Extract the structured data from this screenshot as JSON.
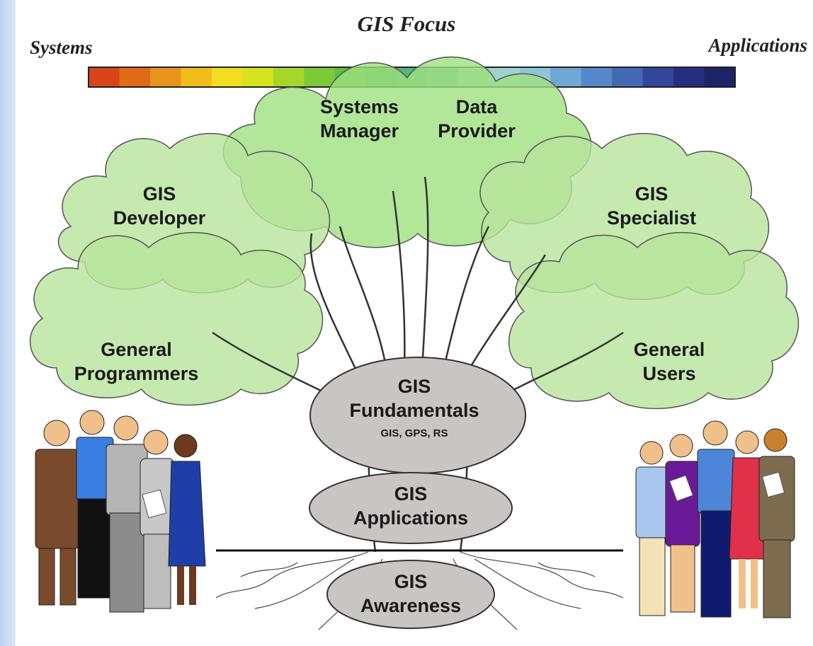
{
  "header": {
    "title": "GIS Focus",
    "left_label": "Systems",
    "right_label": "Applications",
    "spectrum_colors": [
      "#d9441a",
      "#e06a16",
      "#e8931a",
      "#f0bd1c",
      "#f2dd1e",
      "#d6e41f",
      "#a6d62a",
      "#7ccb36",
      "#5fbf44",
      "#4bb55a",
      "#52b77a",
      "#6cc29a",
      "#8ccfb8",
      "#9fd3cf",
      "#8fc6d8",
      "#6fa8d6",
      "#5688c9",
      "#4468b4",
      "#34469a",
      "#252f7d",
      "#1d2466"
    ]
  },
  "nodes": {
    "systems_manager": [
      "Systems",
      "Manager"
    ],
    "data_provider": [
      "Data",
      "Provider"
    ],
    "gis_developer": [
      "GIS",
      "Developer"
    ],
    "gis_specialist": [
      "GIS",
      "Specialist"
    ],
    "general_programmers": [
      "General",
      "Programmers"
    ],
    "general_users": [
      "General",
      "Users"
    ],
    "fundamentals": {
      "title": [
        "GIS",
        "Fundamentals"
      ],
      "sub": "GIS, GPS, RS"
    },
    "applications": [
      "GIS",
      "Applications"
    ],
    "awareness": [
      "GIS",
      "Awareness"
    ]
  },
  "colors": {
    "cloud_fill": "#b6e39a",
    "cloud_stroke": "#555555",
    "ellipse_fill": "#c9c5c5",
    "canopy_center": "#9fe07f"
  },
  "icons": {
    "left_group": "people-group-icon",
    "right_group": "people-group-icon"
  }
}
